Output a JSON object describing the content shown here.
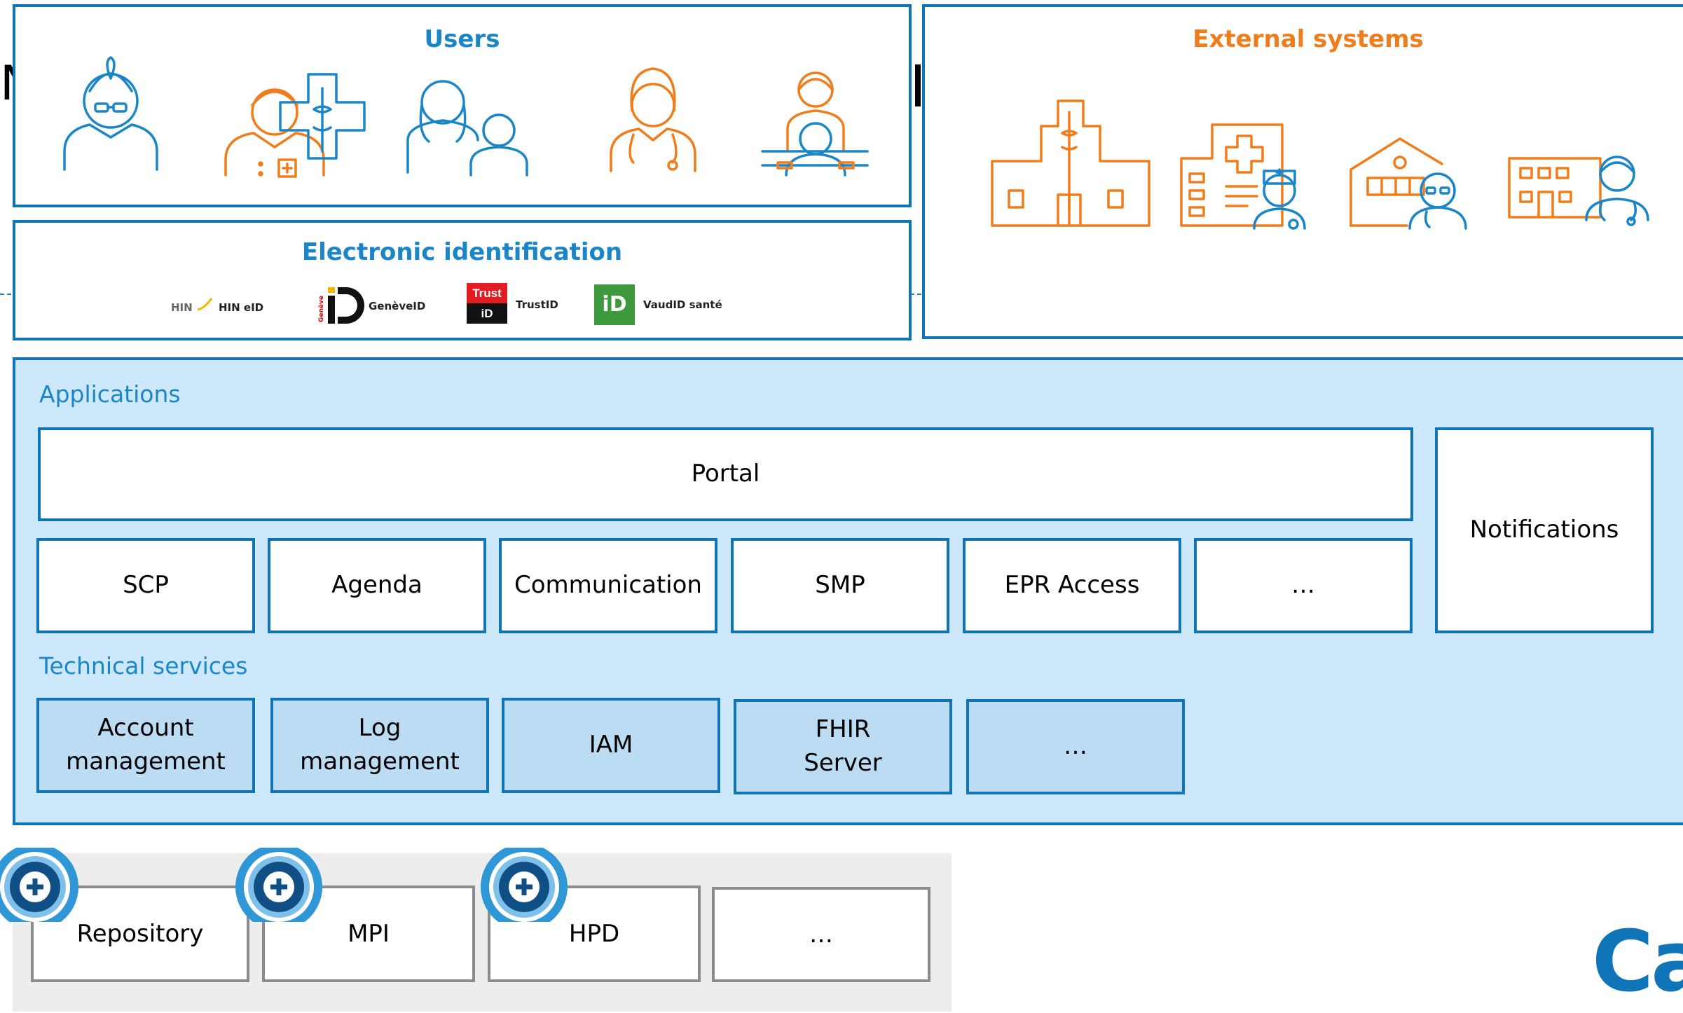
{
  "users": {
    "title": "Users"
  },
  "eid": {
    "title": "Electronic identification",
    "providers": [
      "HIN eID",
      "GenèveID",
      "TrustID",
      "VaudID santé"
    ],
    "logos": {
      "hin": "HIN",
      "trust_top": "Trust",
      "trust_bottom": "iD",
      "vaud": "iD",
      "geneve_side": "Genève"
    }
  },
  "external": {
    "title": "External systems"
  },
  "applications": {
    "label": "Applications",
    "portal": "Portal",
    "notifications": "Notifications",
    "modules": [
      "SCP",
      "Agenda",
      "Communication",
      "SMP",
      "EPR Access",
      "…"
    ]
  },
  "technical": {
    "label": "Technical services",
    "services": [
      "Account management",
      "Log management",
      "IAM",
      "FHIR Server",
      "…"
    ]
  },
  "infrastructure": {
    "items": [
      "Repository",
      "MPI",
      "HPD",
      "…"
    ]
  },
  "partial_texts": {
    "left_letter": "N",
    "right_logo": "Ca"
  },
  "colors": {
    "blue_border": "#0f75b8",
    "blue_title": "#1a86c8",
    "orange": "#f07d1b",
    "panel_bg": "#cde8fa",
    "service_bg": "#bcdcf4",
    "infra_bg": "#ededed",
    "gray_border": "#8c8c8c"
  },
  "icons": [
    "elderly-woman-icon",
    "pharmacist-icon",
    "family-icon",
    "female-doctor-icon",
    "receptionist-icon",
    "hospital-icon",
    "clinic-nurse-icon",
    "doctor-office-icon",
    "care-home-doctor-icon",
    "medical-plus-badge-icon"
  ]
}
